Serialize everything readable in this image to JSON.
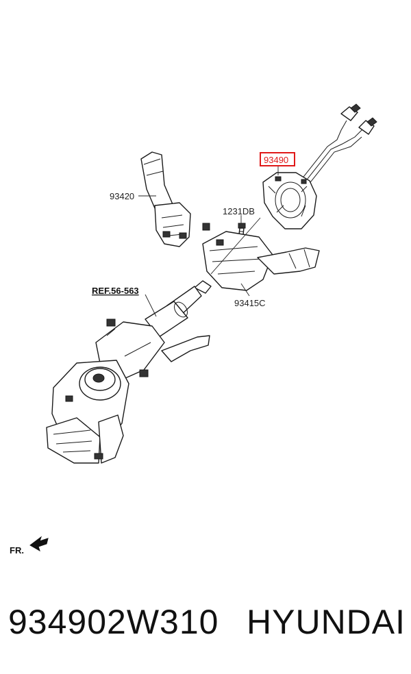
{
  "callouts": {
    "multifunction_switch": "93420",
    "bolt": "1231DB",
    "clock_spring": "93490",
    "switch_body": "93415C",
    "reference": "REF.56-563"
  },
  "direction_label": "FR.",
  "footer": {
    "part_number": "934902W310",
    "brand": "HYUNDAI"
  },
  "highlight_color": "#e01818"
}
